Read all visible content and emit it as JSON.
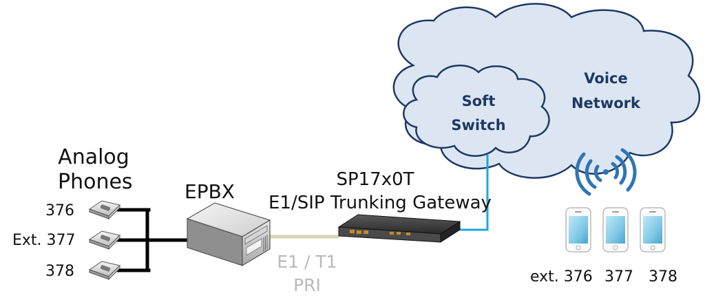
{
  "labels": {
    "analog_phones_line1": "Analog",
    "analog_phones_line2": "Phones",
    "ext_376": "376",
    "ext_377": "Ext. 377",
    "ext_378": "378",
    "epbx": "EPBX",
    "gateway_model": "SP17x0T",
    "gateway_desc": "E1/SIP Trunking Gateway",
    "trunk_line1": "E1 / T1",
    "trunk_line2": "PRI",
    "softswitch_line1": "Soft",
    "softswitch_line2": "Switch",
    "voice_line1": "Voice",
    "voice_line2": "Network",
    "mobile_ext_376": "ext. 376",
    "mobile_377": "377",
    "mobile_378": "378"
  },
  "colors": {
    "cloud_fill": "#dce6f2",
    "cloud_stroke": "#1f3864",
    "cloud_label": "#1f3864",
    "wire_black": "#000000",
    "wire_trunk": "#d9d2b4",
    "wire_network": "#19a7e0",
    "wireless_signal": "#2e75b6",
    "trunk_label": "#b9b9b9"
  }
}
